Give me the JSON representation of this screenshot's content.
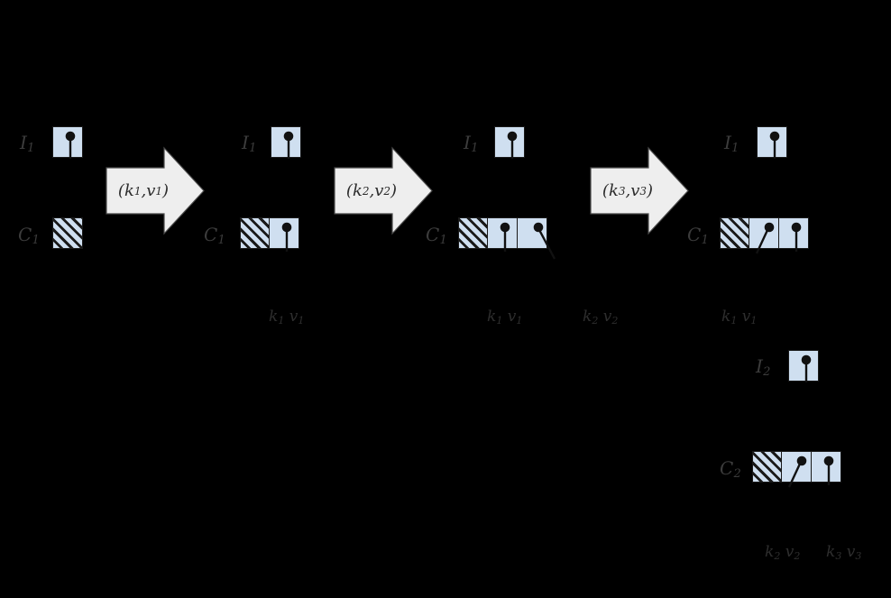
{
  "figure": {
    "background_color": "#000000",
    "cell_fill_color": "#cfdff0",
    "cell_stroke_color": "#1a1a1a",
    "arrow_fill_color": "#eeeeee",
    "label_color": "#3c3c3c"
  },
  "labels": {
    "i1_col1": "I",
    "i1_col1_sub": "1",
    "c1_col1": "C",
    "c1_col1_sub": "1",
    "i1_col2": "I",
    "i1_col2_sub": "1",
    "c1_col2": "C",
    "c1_col2_sub": "1",
    "i1_col3": "I",
    "i1_col3_sub": "1",
    "c1_col3": "C",
    "c1_col3_sub": "1",
    "i1_col4": "I",
    "i1_col4_sub": "1",
    "c1_col4": "C",
    "c1_col4_sub": "1",
    "i2_col4": "I",
    "i2_col4_sub": "2",
    "c2_col4": "C",
    "c2_col4_sub": "2"
  },
  "arrows": [
    {
      "name": "arrow-1",
      "open": "(",
      "key": "k",
      "key_sub": "1",
      "comma": ",",
      "val": "v",
      "val_sub": "1",
      "close": ")"
    },
    {
      "name": "arrow-2",
      "open": "(",
      "key": "k",
      "key_sub": "2",
      "comma": ",",
      "val": "v",
      "val_sub": "2",
      "close": ")"
    },
    {
      "name": "arrow-3",
      "open": "(",
      "key": "k",
      "key_sub": "3",
      "comma": ",",
      "val": "v",
      "val_sub": "3",
      "close": ")"
    }
  ],
  "captions": {
    "col2_entry1_k": "k",
    "col2_entry1_k_sub": "1",
    "col2_entry1_v": "v",
    "col2_entry1_v_sub": "1",
    "col3_entry1_k": "k",
    "col3_entry1_k_sub": "1",
    "col3_entry1_v": "v",
    "col3_entry1_v_sub": "1",
    "col3_entry2_k": "k",
    "col3_entry2_k_sub": "2",
    "col3_entry2_v": "v",
    "col3_entry2_v_sub": "2",
    "col4_entry1_k": "k",
    "col4_entry1_k_sub": "1",
    "col4_entry1_v": "v",
    "col4_entry1_v_sub": "1",
    "col4_c2_entry1_k": "k",
    "col4_c2_entry1_k_sub": "2",
    "col4_c2_entry1_v": "v",
    "col4_c2_entry1_v_sub": "2",
    "col4_c2_entry2_k": "k",
    "col4_c2_entry2_k_sub": "3",
    "col4_c2_entry2_v": "v",
    "col4_c2_entry2_v_sub": "3"
  },
  "structures": {
    "col1_index": {
      "cells": [
        "pin-vertical"
      ]
    },
    "col1_chunk": {
      "cells": [
        "hatched"
      ]
    },
    "col2_index": {
      "cells": [
        "pin-vertical"
      ]
    },
    "col2_chunk": {
      "cells": [
        "hatched",
        "pin-vertical"
      ]
    },
    "col3_index": {
      "cells": [
        "pin-vertical"
      ]
    },
    "col3_chunk": {
      "cells": [
        "hatched",
        "pin-vertical",
        "pin-diagonal"
      ]
    },
    "col4_index": {
      "cells": [
        "pin-vertical"
      ]
    },
    "col4_chunk": {
      "cells": [
        "hatched",
        "pin-diagonal",
        "pin-vertical"
      ]
    },
    "col4_index2": {
      "cells": [
        "pin-vertical"
      ]
    },
    "col4_chunk2": {
      "cells": [
        "hatched",
        "pin-diagonal",
        "pin-vertical"
      ]
    }
  }
}
